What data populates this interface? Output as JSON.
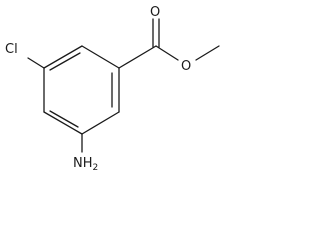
{
  "molecule": {
    "atoms": {
      "carbonyl_oxygen": "O",
      "ester_oxygen": "O",
      "chlorine": "Cl",
      "amino": {
        "main": "NH",
        "subscript": "2"
      }
    },
    "colors": {
      "bond": "#1a1a1a",
      "text": "#1a1a1a",
      "background": "#ffffff"
    }
  }
}
